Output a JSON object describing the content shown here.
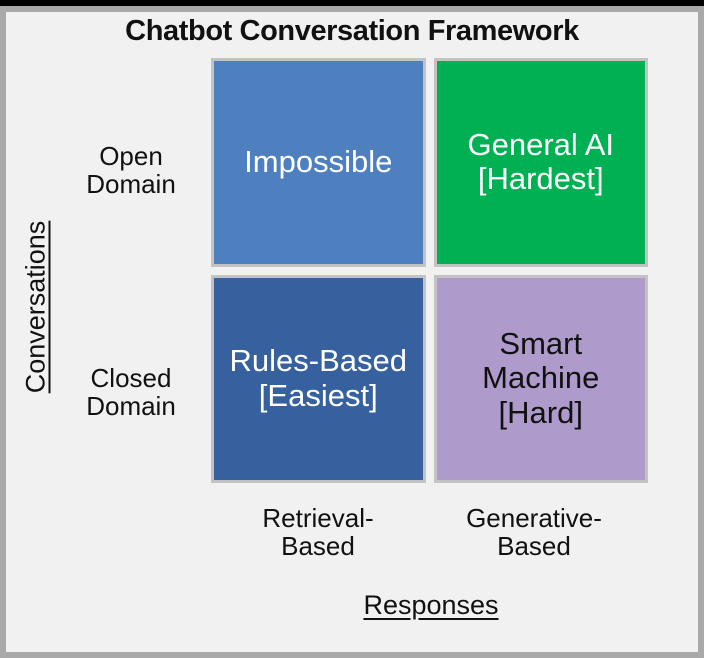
{
  "figure": {
    "title": "Chatbot Conversation Framework",
    "frame_color": "#a9a9a9",
    "background_color": "#f1f1f1"
  },
  "axes": {
    "y_title": "Conversations",
    "x_title": "Responses",
    "y_labels": [
      "Open\nDomain",
      "Closed\nDomain"
    ],
    "x_labels": [
      "Retrieval-\nBased",
      "Generative-\nBased"
    ]
  },
  "chart_data": {
    "type": "table",
    "title": "Chatbot Conversation Framework",
    "xlabel": "Responses",
    "ylabel": "Conversations",
    "categories_x": [
      "Retrieval-Based",
      "Generative-Based"
    ],
    "categories_y": [
      "Open Domain",
      "Closed Domain"
    ],
    "cells": [
      {
        "row": "Open Domain",
        "column": "Retrieval-Based",
        "label": "Impossible",
        "difficulty": "",
        "color": "#4e80c0",
        "text_color": "#ffffff"
      },
      {
        "row": "Open Domain",
        "column": "Generative-Based",
        "label": "General AI\n[Hardest]",
        "difficulty": "Hardest",
        "color": "#00b052",
        "text_color": "#ffffff"
      },
      {
        "row": "Closed Domain",
        "column": "Retrieval-Based",
        "label": "Rules-Based\n[Easiest]",
        "difficulty": "Easiest",
        "color": "#36609e",
        "text_color": "#ffffff"
      },
      {
        "row": "Closed Domain",
        "column": "Generative-Based",
        "label": "Smart\nMachine\n[Hard]",
        "difficulty": "Hard",
        "color": "#ae9bcb",
        "text_color": "#111111"
      }
    ],
    "grid": false,
    "legend": "none"
  }
}
